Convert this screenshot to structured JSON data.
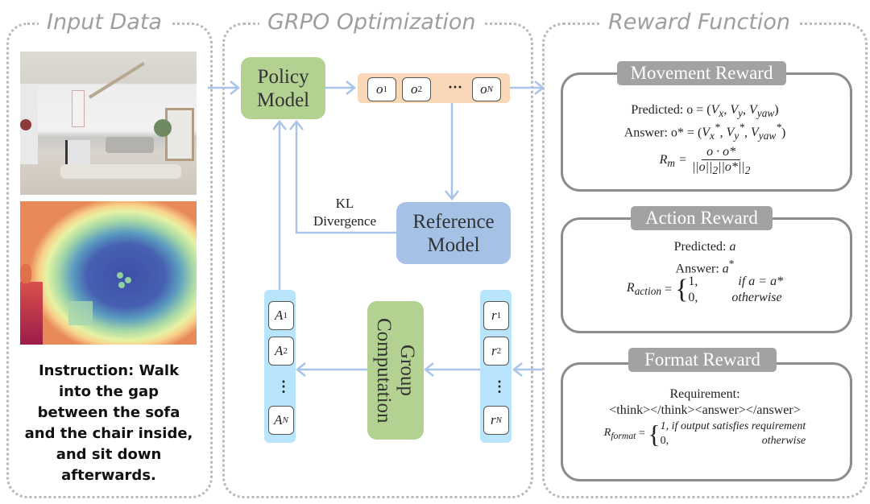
{
  "panels": {
    "input": {
      "title": "Input Data"
    },
    "grpo": {
      "title": "GRPO Optimization"
    },
    "reward": {
      "title": "Reward Function"
    }
  },
  "input_data": {
    "rgb_image": "living-room-photo",
    "depth_image": "depth-map",
    "instruction": "Instruction: Walk into the gap between the sofa and the chair inside, and sit down afterwards."
  },
  "grpo": {
    "policy_model": "Policy Model",
    "reference_model": "Reference Model",
    "kl_label_1": "KL",
    "kl_label_2": "Divergence",
    "group_computation": "Group Computation",
    "outputs": {
      "o1": "o",
      "o1_sub": "1",
      "o2": "o",
      "o2_sub": "2",
      "ellipsis": "···",
      "oN": "o",
      "oN_sub": "N"
    },
    "advantages": {
      "a1": "A",
      "a1_sub": "1",
      "a2": "A",
      "a2_sub": "2",
      "ellipsis": "⋮",
      "aN": "A",
      "aN_sub": "N"
    },
    "rewards": {
      "r1": "r",
      "r1_sub": "1",
      "r2": "r",
      "r2_sub": "2",
      "ellipsis": "⋮",
      "rN": "r",
      "rN_sub": "N"
    }
  },
  "reward_function": {
    "movement": {
      "label": "Movement Reward",
      "predicted": "Predicted: o = (Vₓ, V_y, V_yaw)",
      "answer": "Answer:  o* = (Vₓ*, V_y*, V_yaw*)",
      "formula_lhs": "R_m =",
      "formula_num": "o · o*",
      "formula_den": "||o||₂ ||o*||₂"
    },
    "action": {
      "label": "Action Reward",
      "predicted": "Predicted: a",
      "answer": "Answer: a*",
      "formula_lhs": "R_action =",
      "case1_val": "1,",
      "case1_cond": "if a = a*",
      "case2_val": "0,",
      "case2_cond": "otherwise"
    },
    "format": {
      "label": "Format Reward",
      "requirement_label": "Requirement:",
      "requirement": "<think></think><answer></answer>",
      "formula_lhs": "R_format =",
      "case1": "1, if output satisfies  requirement",
      "case2_val": "0,",
      "case2_cond": "otherwise"
    }
  },
  "colors": {
    "green": "#b3d190",
    "blue": "#a5c1e6",
    "orange": "#f8d8b6",
    "cyan": "#b8e5fb",
    "arrow": "#a8c4e8",
    "frame": "#b8b8b8",
    "label_gray": "#a2a2a2"
  }
}
